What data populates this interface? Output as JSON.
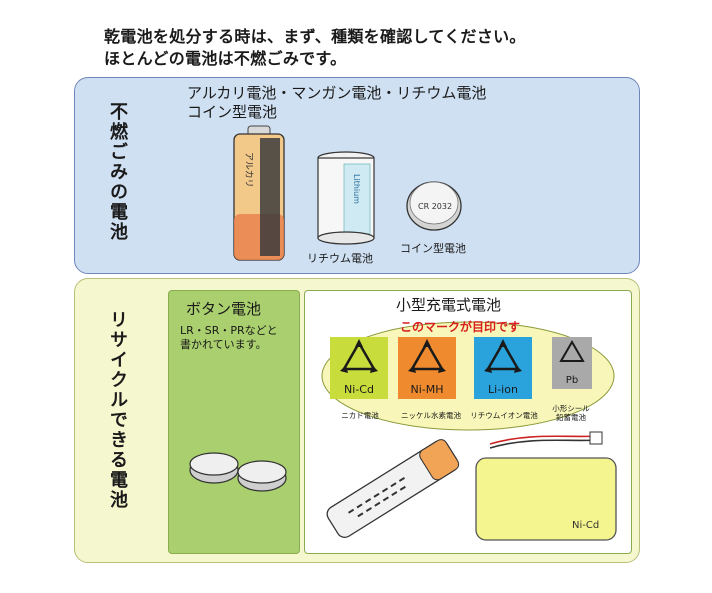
{
  "intro": {
    "line1": "乾電池を処分する時は、まず、種類を確認してください。",
    "line2": "ほとんどの電池は不燃ごみです。"
  },
  "nonburnable": {
    "title": "不燃ごみの電池",
    "types_line1": "アルカリ電池・マンガン電池・リチウム電池",
    "types_line2": "コイン型電池",
    "lithium_label": "リチウム電池",
    "coin_label": "コイン型電池",
    "alkaline_print": "アルカリ",
    "coin_print": "CR 2032",
    "lithium_print": "Lithium"
  },
  "recyclable": {
    "title": "リサイクルできる電池",
    "button": {
      "title": "ボタン電池",
      "desc_line1": "LR・SR・PRなどと",
      "desc_line2": "書かれています。"
    },
    "rechargeable": {
      "title": "小型充電式電池",
      "note": "このマークが目印です",
      "marks": [
        {
          "code": "Ni-Cd",
          "caption": "ニカド電池",
          "color": "#c8dc3c"
        },
        {
          "code": "Ni-MH",
          "caption": "ニッケル水素電池",
          "color": "#ef8a2e"
        },
        {
          "code": "Li-ion",
          "caption": "リチウムイオン電池",
          "color": "#2aa3dc"
        },
        {
          "code": "Pb",
          "caption1": "小形シール",
          "caption2": "鉛蓄電池",
          "color": "#a9a9a9"
        }
      ],
      "pack_print": "Ni-Cd"
    }
  },
  "colors": {
    "top_bg": "#cfe0f2",
    "bottom_bg": "#f5f7cf",
    "button_bg": "#a9cf6e",
    "note_red": "#d81e1e"
  }
}
